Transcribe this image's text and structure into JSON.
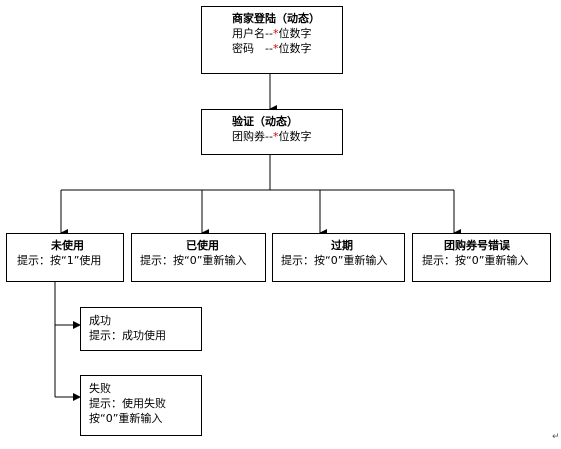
{
  "login": {
    "title": "商家登陆（动态）",
    "line1_prefix": "用户名--",
    "line1_star": "*",
    "line1_suffix": "位数字",
    "line2_prefix": "密码　--",
    "line2_star": "*",
    "line2_suffix": "位数字"
  },
  "verify": {
    "title": "验证（动态）",
    "line1_prefix": "团购券--",
    "line1_star": "*",
    "line1_suffix": "位数字"
  },
  "unused": {
    "title": "未使用",
    "hint": "提示：按“1”使用"
  },
  "used": {
    "title": "已使用",
    "hint": "提示：按“0”重新输入"
  },
  "expired": {
    "title": "过期",
    "hint": "提示：按“0”重新输入"
  },
  "wrong_number": {
    "title": "团购券号错误",
    "hint": "提示：按“0”重新输入"
  },
  "success": {
    "title": "成功",
    "hint": "提示：成功使用"
  },
  "failure": {
    "title": "失败",
    "hint": "提示：使用失败",
    "hint2": "按“0”重新输入"
  },
  "return_mark": "↵"
}
